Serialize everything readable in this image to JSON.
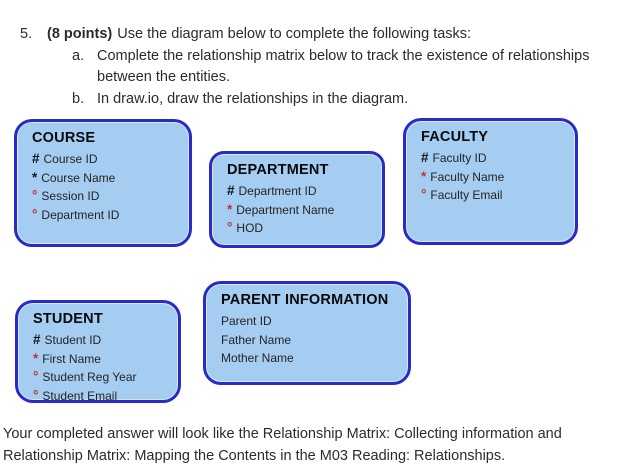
{
  "question": {
    "number": "5.",
    "points_label": "(8 points)",
    "intro": "Use the diagram below to complete the following tasks:",
    "items": [
      {
        "label": "a.",
        "text": "Complete the relationship matrix below to track the existence of relationships between the entities."
      },
      {
        "label": "b.",
        "text": "In draw.io, draw the relationships in the diagram."
      }
    ]
  },
  "entities": [
    {
      "name": "COURSE",
      "attributes": [
        {
          "marker": "#",
          "marker_color": "#111111",
          "label": "Course ID"
        },
        {
          "marker": "*",
          "marker_color": "#111111",
          "label": "Course Name"
        },
        {
          "marker": "°",
          "marker_color": "#be3434",
          "label": "Session ID"
        },
        {
          "marker": "°",
          "marker_color": "#be3434",
          "label": "Department ID"
        }
      ]
    },
    {
      "name": "DEPARTMENT",
      "attributes": [
        {
          "marker": "#",
          "marker_color": "#111111",
          "label": "Department ID"
        },
        {
          "marker": "*",
          "marker_color": "#be3434",
          "label": "Department Name"
        },
        {
          "marker": "°",
          "marker_color": "#be3434",
          "label": "HOD"
        }
      ]
    },
    {
      "name": "FACULTY",
      "attributes": [
        {
          "marker": "#",
          "marker_color": "#111111",
          "label": "Faculty ID"
        },
        {
          "marker": "*",
          "marker_color": "#be3434",
          "label": "Faculty Name"
        },
        {
          "marker": "°",
          "marker_color": "#be3434",
          "label": "Faculty Email"
        }
      ]
    },
    {
      "name": "STUDENT",
      "attributes": [
        {
          "marker": "#",
          "marker_color": "#111111",
          "label": "Student ID"
        },
        {
          "marker": "*",
          "marker_color": "#be3434",
          "label": "First Name"
        },
        {
          "marker": "°",
          "marker_color": "#be3434",
          "label": "Student Reg Year"
        },
        {
          "marker": "°",
          "marker_color": "#be3434",
          "label": "Student Email"
        }
      ]
    },
    {
      "name": "PARENT INFORMATION",
      "attributes": [
        {
          "marker": "",
          "marker_color": "",
          "label": "Parent ID"
        },
        {
          "marker": "",
          "marker_color": "",
          "label": "Father Name"
        },
        {
          "marker": "",
          "marker_color": "",
          "label": "Mother Name"
        }
      ]
    }
  ],
  "footer": "Your completed answer will look like the Relationship Matrix: Collecting information and Relationship Matrix: Mapping the Contents in the M03 Reading: Relationships.",
  "colors": {
    "entity_fill": "#a5ccf1",
    "entity_border": "#2a2ac4",
    "marker_red": "#be3434",
    "marker_black": "#111111",
    "text_dark": "#2b2b2b"
  }
}
